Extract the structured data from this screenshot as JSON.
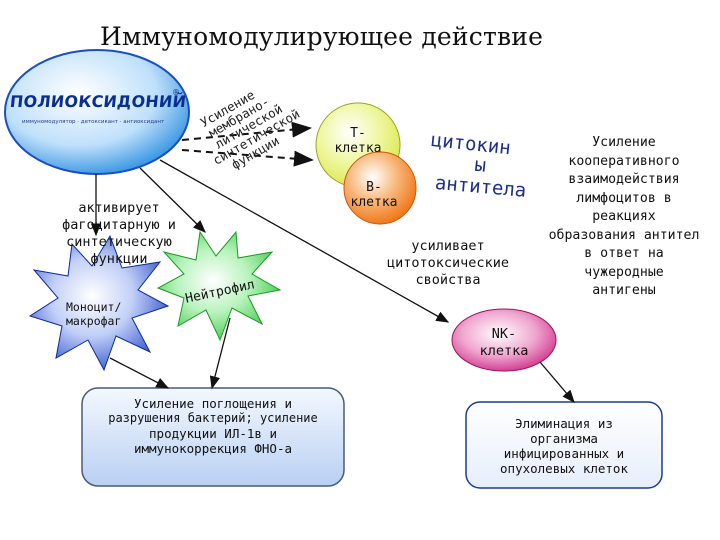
{
  "title": "Иммуномодулирующее действие",
  "logo": {
    "name": "ПОЛИОКСИДОНИЙ",
    "registered_mark": "®",
    "subtitle": "иммуномодулятор · детоксикант · антиоксидант"
  },
  "rotated_label": {
    "lines": [
      "Усиление",
      "мембрано-",
      "литической",
      "синтетической",
      "функции"
    ]
  },
  "t_cell": {
    "line1": "Т-",
    "line2": "клетка"
  },
  "b_cell": {
    "line1": "В-",
    "line2": "клетка"
  },
  "cytokines": {
    "line1": "цитокин",
    "line2": "ы"
  },
  "antibodies": "антитела",
  "activates": [
    "активирует",
    "фагоцитарную и",
    "синтетическую",
    "функции"
  ],
  "monocyte": [
    "Моноцит/",
    "макрофаг"
  ],
  "neutrophil": "Нейтрофил",
  "cytotoxic": [
    "усиливает",
    "цитотоксические",
    "свойства"
  ],
  "cooperative": [
    "Усиление",
    "кооперативного",
    "взаимодействия",
    "лимфоцитов в",
    "реакциях",
    "образования антител",
    "в ответ на",
    "чужеродные",
    "антигены"
  ],
  "nk_cell": {
    "line1": "NK-",
    "line2": "клетка"
  },
  "bottom_left": [
    "Усиление поглощения и",
    "разрушения бактерий; усиление",
    "продукции ИЛ-1в и",
    "иммунокоррекция ФНО-а"
  ],
  "bottom_right": [
    "Элиминация из",
    "организма",
    "инфицированных и",
    "опухолевых клеток"
  ],
  "colors": {
    "ellipse_fill": "#2c8fe0",
    "t_cell_fill": "#e3f06a",
    "b_cell_fill": "#f27a1c",
    "nk_fill": "#c71b7b",
    "monocyte_fill": "#1b3fc4",
    "neutrophil_fill": "#3fd04a",
    "cytokine_text": "#1d2f86"
  }
}
